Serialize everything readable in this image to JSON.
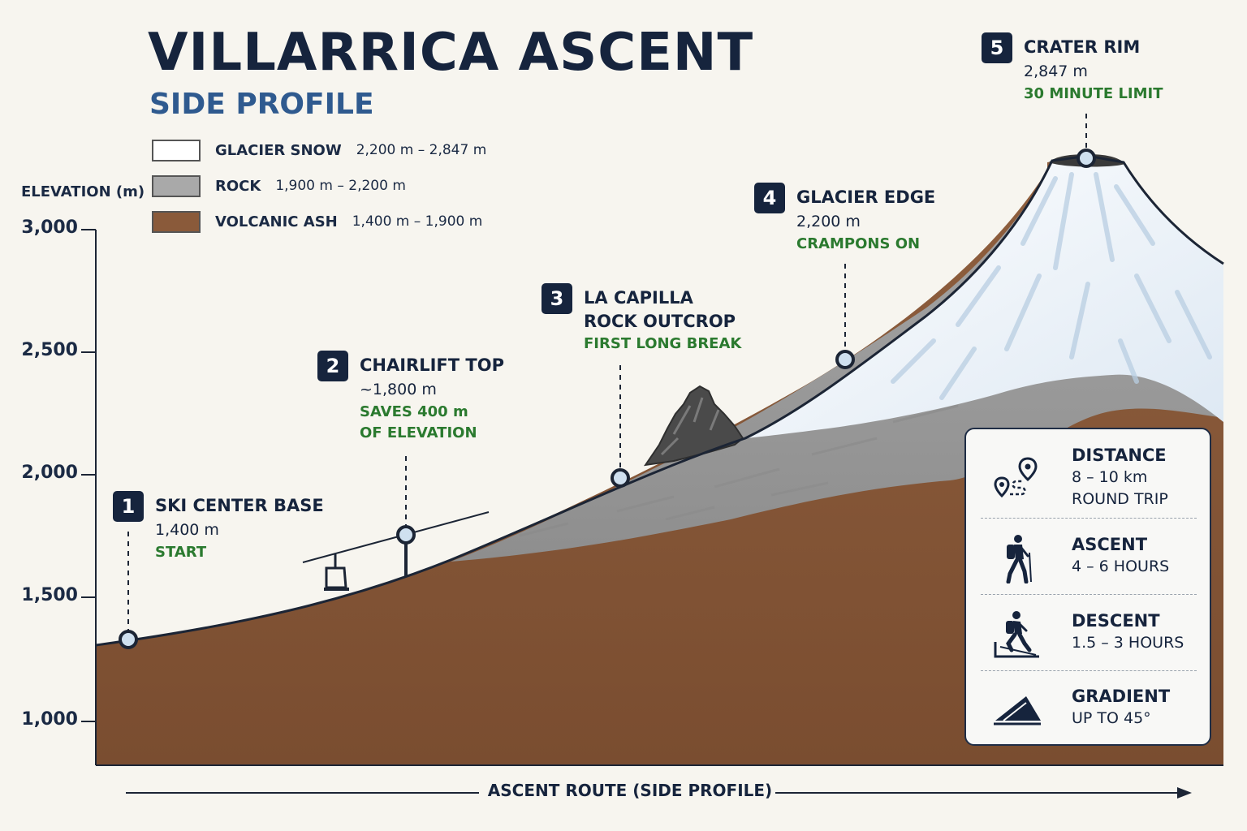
{
  "header": {
    "title": "VILLARRICA ASCENT",
    "subtitle": "SIDE PROFILE"
  },
  "legend": [
    {
      "name": "GLACIER SNOW",
      "range": "2,200 m – 2,847 m",
      "color": "#ffffff"
    },
    {
      "name": "ROCK",
      "range": "1,900 m – 2,200 m",
      "color": "#a9a9a9"
    },
    {
      "name": "VOLCANIC ASH",
      "range": "1,400 m – 1,900 m",
      "color": "#8a5a3a"
    }
  ],
  "axis": {
    "title": "ELEVATION (m)",
    "ticks": [
      "3,000",
      "2,500",
      "2,000",
      "1,500",
      "1,000"
    ],
    "route_label": "ASCENT ROUTE (SIDE PROFILE)"
  },
  "waypoints": [
    {
      "number": "1",
      "name": "SKI CENTER BASE",
      "elevation": "1,400 m",
      "note": "START"
    },
    {
      "number": "2",
      "name": "CHAIRLIFT TOP",
      "elevation": "~1,800 m",
      "note": "SAVES 400 m",
      "note2": "OF ELEVATION"
    },
    {
      "number": "3",
      "name": "LA CAPILLA",
      "name2": "ROCK OUTCROP",
      "note": "FIRST LONG BREAK"
    },
    {
      "number": "4",
      "name": "GLACIER EDGE",
      "elevation": "2,200 m",
      "note": "CRAMPONS ON"
    },
    {
      "number": "5",
      "name": "CRATER RIM",
      "elevation": "2,847 m",
      "note": "30 MINUTE LIMIT"
    }
  ],
  "info": [
    {
      "label": "DISTANCE",
      "value": "8 – 10 km",
      "value2": "ROUND TRIP",
      "icon": "route-pin-icon"
    },
    {
      "label": "ASCENT",
      "value": "4 – 6 HOURS",
      "icon": "hiker-icon"
    },
    {
      "label": "DESCENT",
      "value": "1.5 – 3 HOURS",
      "icon": "descent-slide-icon"
    },
    {
      "label": "GRADIENT",
      "value": "UP TO 45°",
      "icon": "slope-icon"
    }
  ],
  "colors": {
    "navy": "#16243d",
    "accent_blue": "#2f5a8f",
    "note_green": "#2b7a2f",
    "ash": "#8a5a3a",
    "rock": "#a9a9a9",
    "snow": "#ffffff"
  }
}
